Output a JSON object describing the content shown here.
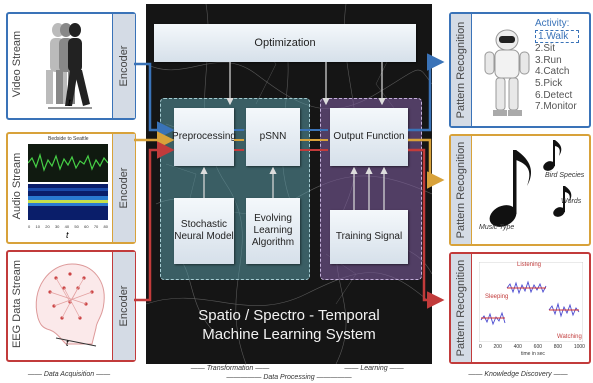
{
  "colors": {
    "blue": "#3a73b8",
    "yellow": "#d8a23a",
    "red": "#c23b3b",
    "teal": "#5a9aa6",
    "purple": "#7a5a9a"
  },
  "left": {
    "video_label": "Video Stream",
    "audio_label": "Audio Stream",
    "audio_title": "Bedside to Seattle",
    "eeg_label": "EEG Data Stream",
    "encoder_label": "Encoder",
    "t_label": "t",
    "audio_ticks": [
      "0",
      "10",
      "20",
      "30",
      "40",
      "50",
      "60",
      "70",
      "80"
    ]
  },
  "center": {
    "optimization": "Optimization",
    "preprocessing": "Preprocessing",
    "psnn": "pSNN",
    "output_function": "Output Function",
    "stochastic": "Stochastic Neural Model",
    "evolving": "Evolving Learning Algorithm",
    "training": "Training Signal",
    "system_title": "Spatio / Spectro - Temporal Machine Learning System"
  },
  "right": {
    "pattern_label": "Pattern Recognition",
    "activity_title": "Activity:",
    "activities": [
      "1.Walk",
      "2.Sit",
      "3.Run",
      "4.Catch",
      "5.Pick",
      "6.Detect",
      "7.Monitor"
    ],
    "bird_species": "Bird Species",
    "words": "Words",
    "music_type": "Music Type",
    "listening": "Listening",
    "sleeping": "Sleeping",
    "watching": "Watching",
    "eeg_x_ticks": [
      "0",
      "200",
      "400",
      "600",
      "800",
      "1000"
    ],
    "eeg_x_label": "time in sec"
  },
  "footer": {
    "data_acquisition": "Data Acquisition",
    "transformation": "Transformation",
    "learning": "Learning",
    "data_processing": "Data Processing",
    "knowledge_discovery": "Knowledge Discovery"
  }
}
